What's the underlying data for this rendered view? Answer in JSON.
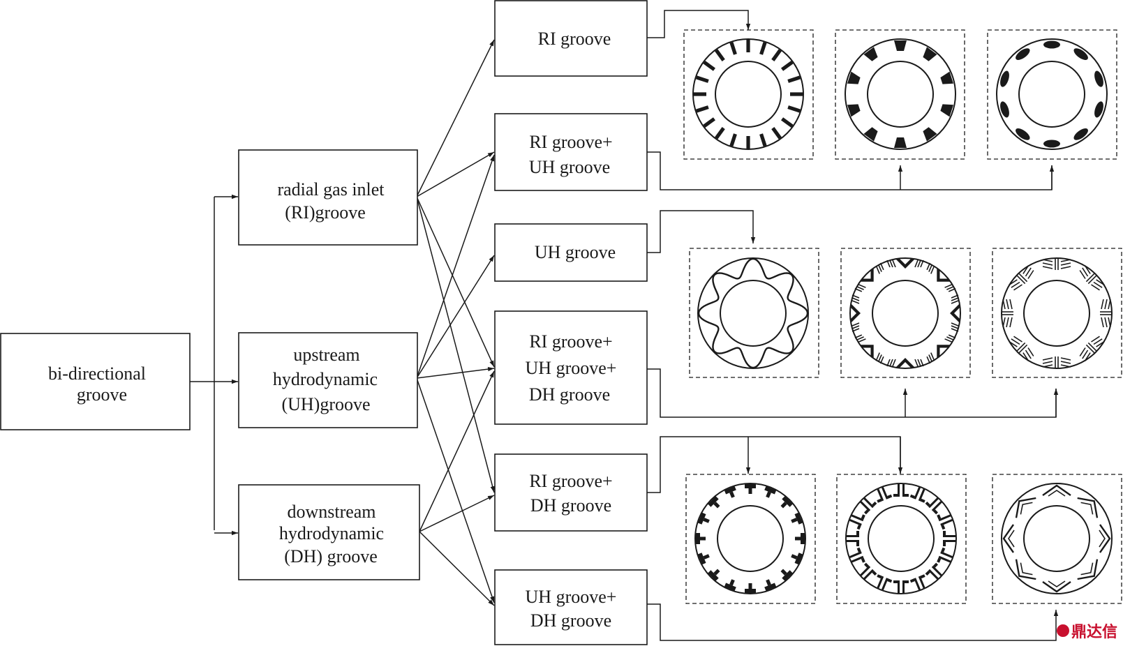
{
  "diagram": {
    "root": {
      "line1": "bi-directional",
      "line2": "groove"
    },
    "categories": {
      "ri": {
        "line1": "radial gas inlet",
        "line2": "(RI)groove"
      },
      "uh": {
        "line1": "upstream",
        "line2": "hydrodynamic",
        "line3": "(UH)groove"
      },
      "dh": {
        "line1": "downstream",
        "line2": "hydrodynamic",
        "line3": "(DH) groove"
      }
    },
    "combos": {
      "ri": {
        "line1": "RI groove"
      },
      "ri_uh": {
        "line1": "RI groove+",
        "line2": "UH groove"
      },
      "uh": {
        "line1": "UH groove"
      },
      "ri_uh_dh": {
        "line1": "RI groove+",
        "line2": "UH groove+",
        "line3": "DH groove"
      },
      "ri_dh": {
        "line1": "RI groove+",
        "line2": "DH groove"
      },
      "uh_dh": {
        "line1": "UH groove+",
        "line2": "DH groove"
      }
    }
  },
  "watermark": {
    "text": "鼎达信",
    "color": "#c8102e"
  }
}
